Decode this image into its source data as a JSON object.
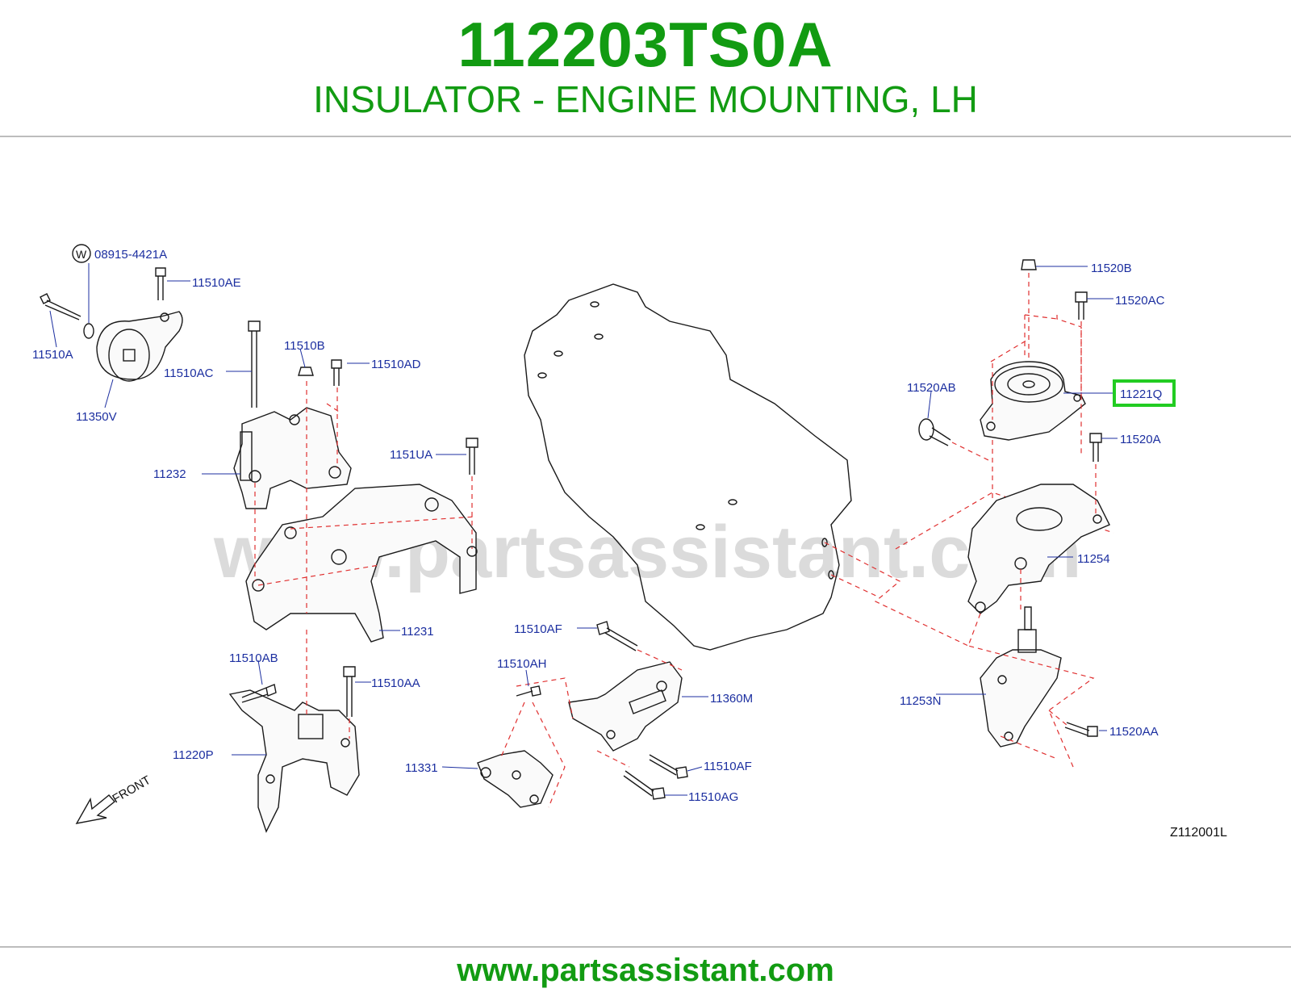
{
  "header": {
    "part_number": "112203TS0A",
    "part_name": "INSULATOR - ENGINE MOUNTING, LH"
  },
  "footer": {
    "url": "www.partsassistant.com"
  },
  "diagram": {
    "watermark": "www.partsassistant.com",
    "code": "Z112001L",
    "front_label": "FRONT",
    "washer_symbol": "W",
    "highlight_color": "#22cc22",
    "callouts": {
      "c_08915_4421A": "08915-4421A",
      "c_11510AE": "11510AE",
      "c_11510A": "11510A",
      "c_11350V": "11350V",
      "c_11510B": "11510B",
      "c_11510AD": "11510AD",
      "c_11510AC": "11510AC",
      "c_11232": "11232",
      "c_1151UA": "1151UA",
      "c_11231": "11231",
      "c_11510AB": "11510AB",
      "c_11510AA": "11510AA",
      "c_11220P": "11220P",
      "c_11510AF_top": "11510AF",
      "c_11510AH": "11510AH",
      "c_11360M": "11360M",
      "c_11331": "11331",
      "c_11510AF_bot": "11510AF",
      "c_11510AG": "11510AG",
      "c_11520B": "11520B",
      "c_11520AC": "11520AC",
      "c_11520AB": "11520AB",
      "c_11221Q": "11221Q",
      "c_11520A": "11520A",
      "c_11254": "11254",
      "c_11253N": "11253N",
      "c_11520AA": "11520AA"
    }
  }
}
